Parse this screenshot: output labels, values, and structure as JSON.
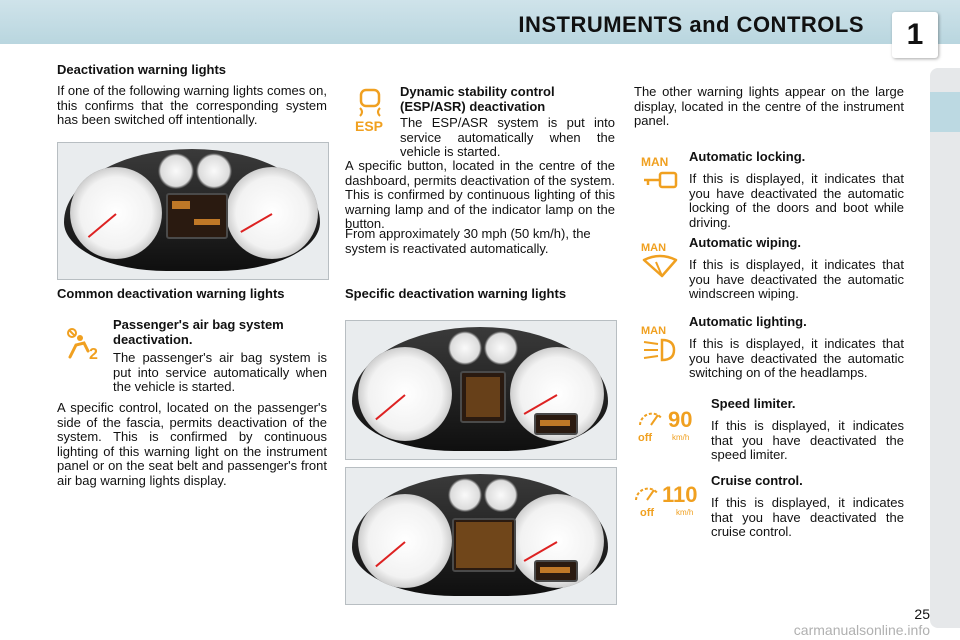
{
  "header": {
    "title": "INSTRUMENTS and CONTROLS",
    "chapter": "1"
  },
  "col1": {
    "deactivation_title": "Deactivation warning lights",
    "deactivation_text": "If one of the following warning lights comes on, this confirms that the corresponding system has been switched off intentionally.",
    "common_title": "Common deactivation warning lights",
    "airbag_title": "Passenger's air bag system deactivation.",
    "airbag_text": "The passenger's air bag system is put into service automatically when the vehicle is started.",
    "airbag_control_text": "A specific control, located on the passenger's side of the fascia, permits deactivation of the system. This is confirmed by continuous lighting of this warning light on the instrument panel or on the seat belt and passenger's front air bag warning lights display."
  },
  "col2": {
    "esp_title": "Dynamic stability control (ESP/ASR) deactivation",
    "esp_text": "The ESP/ASR system is put into service automatically when the vehicle is started.",
    "esp_button_text": "A specific button, located in the centre of the dashboard, permits deactivation of the system. This is confirmed by continuous lighting of this warning lamp and of the indicator lamp on the button.",
    "esp_reactivate_text": "From approximately 30 mph (50 km/h), the system is reactivated automatically.",
    "specific_title": "Specific deactivation warning lights"
  },
  "col3": {
    "intro_text": "The other warning lights appear on the large display, located in the centre of the instrument panel.",
    "items": [
      {
        "title": "Automatic locking.",
        "text": "If this is displayed, it indicates that you have deactivated the automatic locking of the doors and boot while driving.",
        "icon_label": "MAN",
        "icon": "car-key-icon"
      },
      {
        "title": "Automatic wiping.",
        "text": "If this is displayed, it indicates that you have deactivated the automatic windscreen wiping.",
        "icon_label": "MAN",
        "icon": "wiper-icon"
      },
      {
        "title": "Automatic lighting.",
        "text": "If this is displayed, it indicates that you have deactivated the automatic switching on of the headlamps.",
        "icon_label": "MAN",
        "icon": "headlamp-icon"
      },
      {
        "title": "Speed limiter.",
        "text": "If this is displayed, it indicates that you have deactivated the speed limiter.",
        "icon_label": "off",
        "icon_value": "90",
        "icon_unit": "km/h",
        "icon": "speed-limiter-icon"
      },
      {
        "title": "Cruise control.",
        "text": "If this is displayed, it indicates that you have deactivated the cruise control.",
        "icon_label": "off",
        "icon_value": "110",
        "icon_unit": "km/h",
        "icon": "cruise-control-icon"
      }
    ]
  },
  "esp_icon_label": "ESP",
  "airbag_icon_label": "2",
  "footer": {
    "page_number": "25",
    "watermark": "carmanualsonline.info"
  },
  "colors": {
    "header": "#bcd9e2",
    "icon_orange": "#f0a020",
    "panel_bg": "#e9ecee"
  }
}
